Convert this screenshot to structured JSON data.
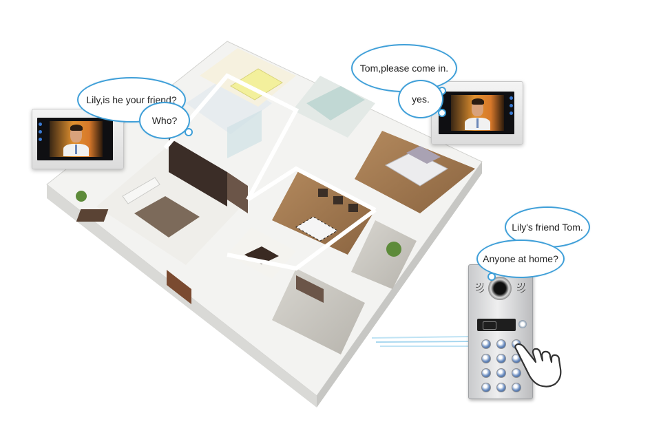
{
  "bubbles": {
    "lily_question": "Lily,is he your friend?",
    "who": "Who?",
    "tom_please": "Tom,please come in.",
    "yes": "yes.",
    "lilys_friend": "Lily's friend Tom.",
    "anyone_home": "Anyone at home?"
  },
  "colors": {
    "bubble_border": "#3f9fd8",
    "floor_wood": "#a07a52",
    "wall": "#f2f2f0"
  },
  "icons": {
    "monitor_left": "video-intercom-monitor",
    "monitor_right": "video-intercom-monitor",
    "door_station": "outdoor-door-station",
    "hand": "pointing-hand"
  }
}
